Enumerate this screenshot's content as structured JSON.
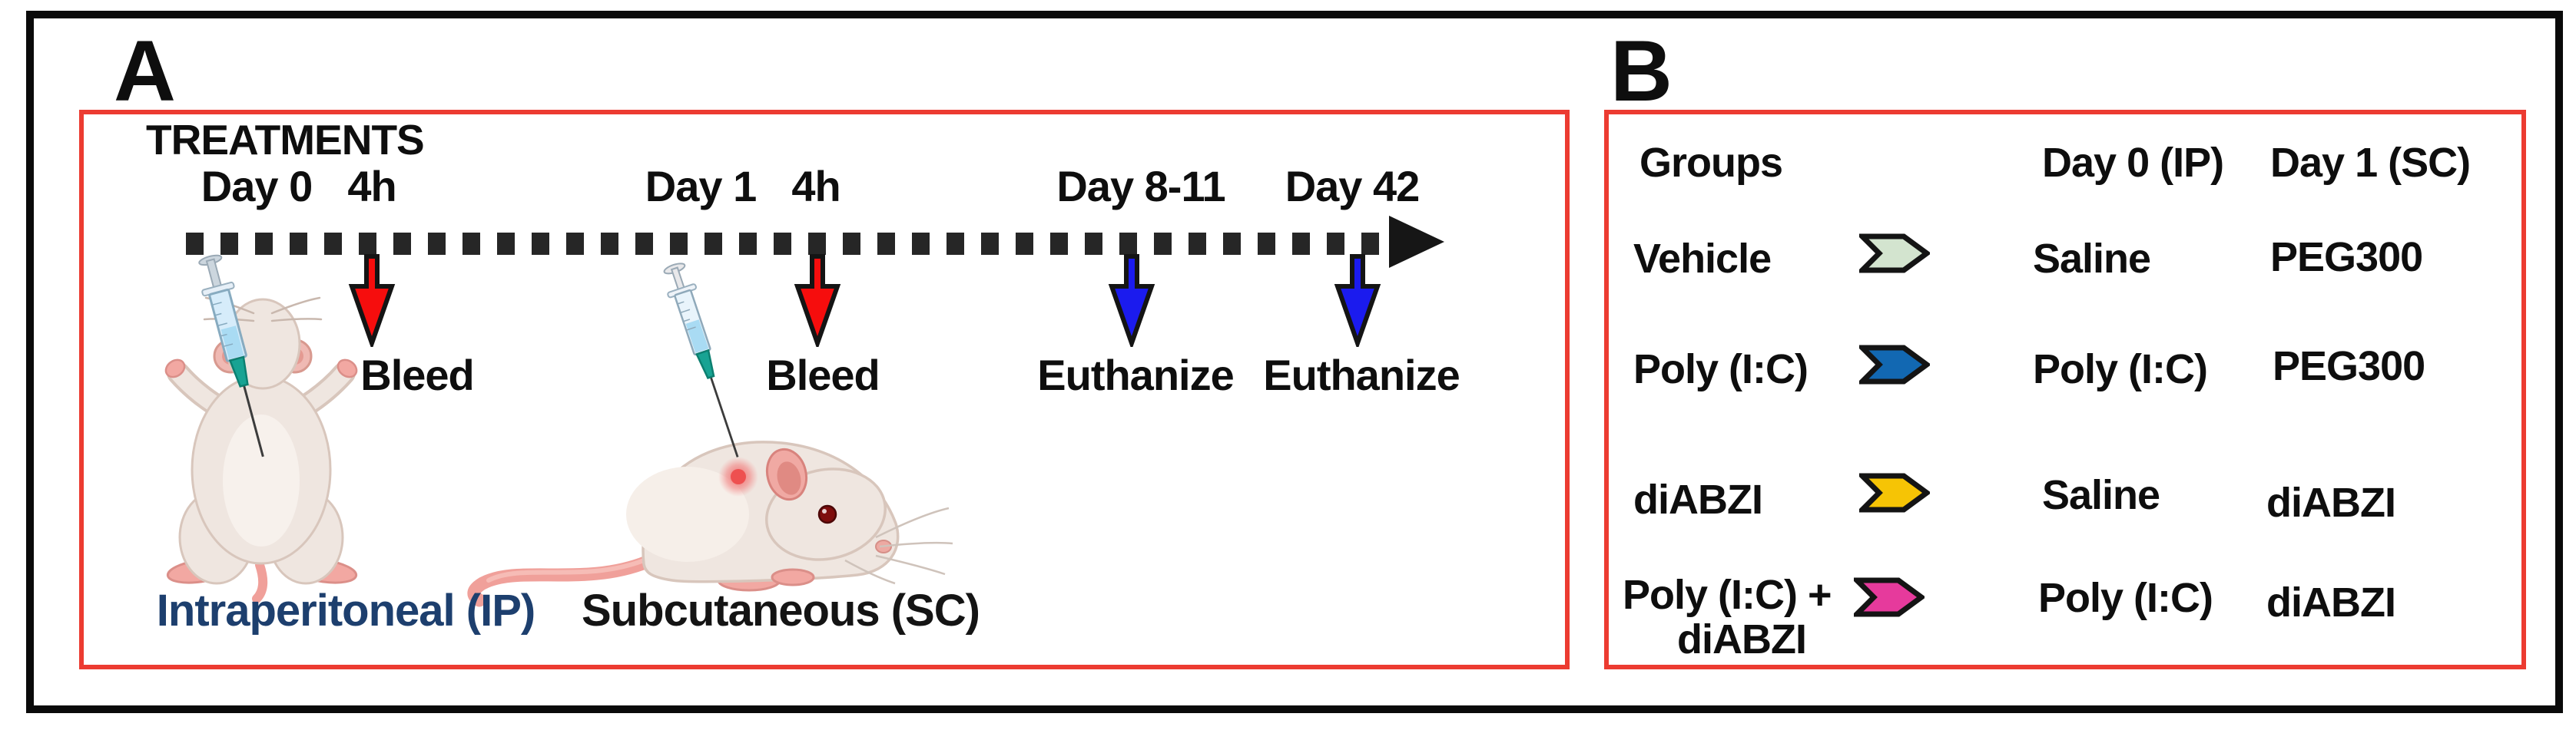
{
  "panel_a": {
    "label": "A",
    "title": "TREATMENTS",
    "timepoints": [
      "Day 0",
      "4h",
      "Day 1",
      "4h",
      "Day 8-11",
      "Day 42"
    ],
    "events": [
      {
        "label": "Bleed",
        "arrow_color": "#f60d0d"
      },
      {
        "label": "Bleed",
        "arrow_color": "#f60d0d"
      },
      {
        "label": "Euthanize",
        "arrow_color": "#1b1bee"
      },
      {
        "label": "Euthanize",
        "arrow_color": "#1b1bee"
      }
    ],
    "routes": [
      {
        "label": "Intraperitoneal (IP)",
        "color": "#1d3f6e"
      },
      {
        "label": "Subcutaneous (SC)",
        "color": "#141414"
      }
    ]
  },
  "panel_b": {
    "label": "B",
    "columns": [
      "Groups",
      "Day 0 (IP)",
      "Day 1 (SC)"
    ],
    "rows": [
      {
        "group": "Vehicle",
        "group_line2": "",
        "chevron_color": "#d3e4cf",
        "day0": "Saline",
        "day1": "PEG300"
      },
      {
        "group": "Poly (I:C)",
        "group_line2": "",
        "chevron_color": "#1268b2",
        "day0": "Poly (I:C)",
        "day1": "PEG300"
      },
      {
        "group": "diABZI",
        "group_line2": "",
        "chevron_color": "#f6c405",
        "day0": "Saline",
        "day1": "diABZI"
      },
      {
        "group": "Poly (I:C) +",
        "group_line2": "diABZI",
        "chevron_color": "#e63a9c",
        "day0": "Poly (I:C)",
        "day1": "diABZI"
      }
    ]
  },
  "styles": {
    "panel_border_color": "#ec3b31",
    "timeline_dash_color": "#262626",
    "frame_color": "#0a0a0a"
  }
}
